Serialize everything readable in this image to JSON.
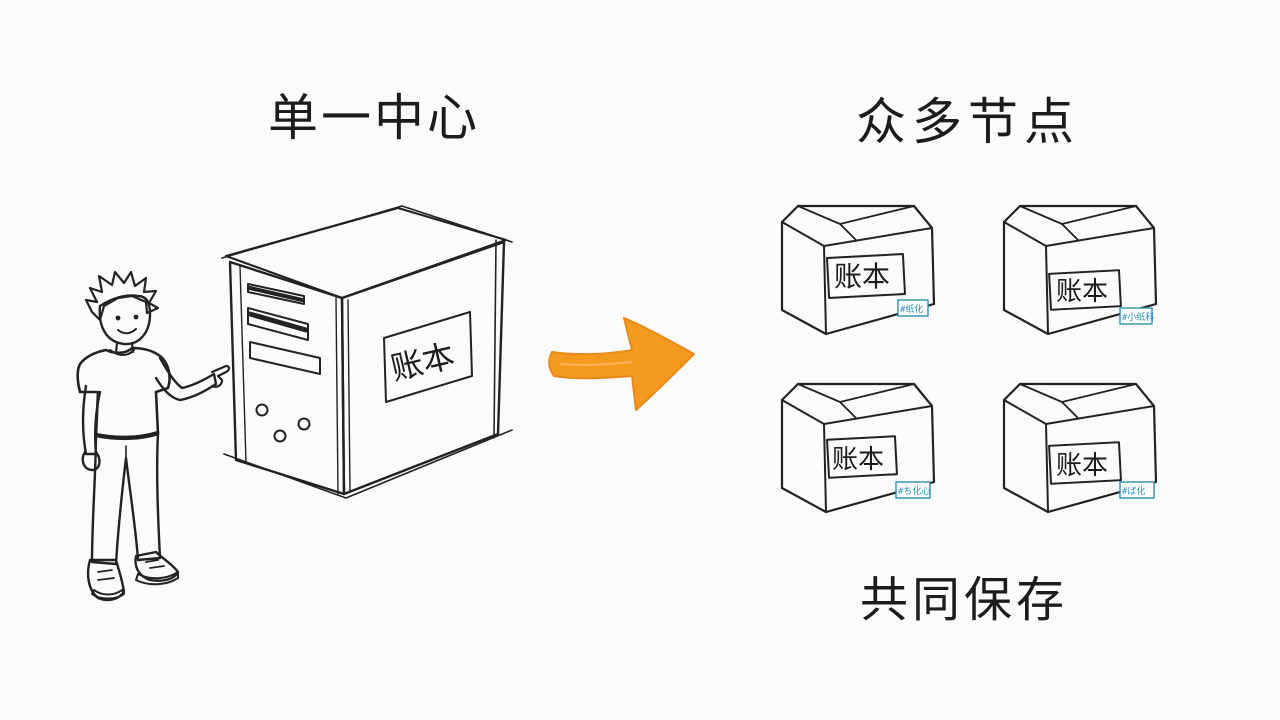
{
  "titles": {
    "left": "单一中心",
    "right": "众多节点",
    "bottom": "共同保存"
  },
  "server": {
    "label": "账本"
  },
  "nodes": [
    {
      "label": "账本",
      "tag": "#纸化"
    },
    {
      "label": "账本",
      "tag": "#小纸科"
    },
    {
      "label": "账本",
      "tag": "#ち化心"
    },
    {
      "label": "账本",
      "tag": "#ば化"
    }
  ],
  "colors": {
    "ink": "#222222",
    "arrow": "#f39a1e",
    "shoes": "#2f6fd6",
    "pants": "#6d6d6d",
    "tag": "#2a8fb3",
    "background": "#fbfbfb"
  }
}
